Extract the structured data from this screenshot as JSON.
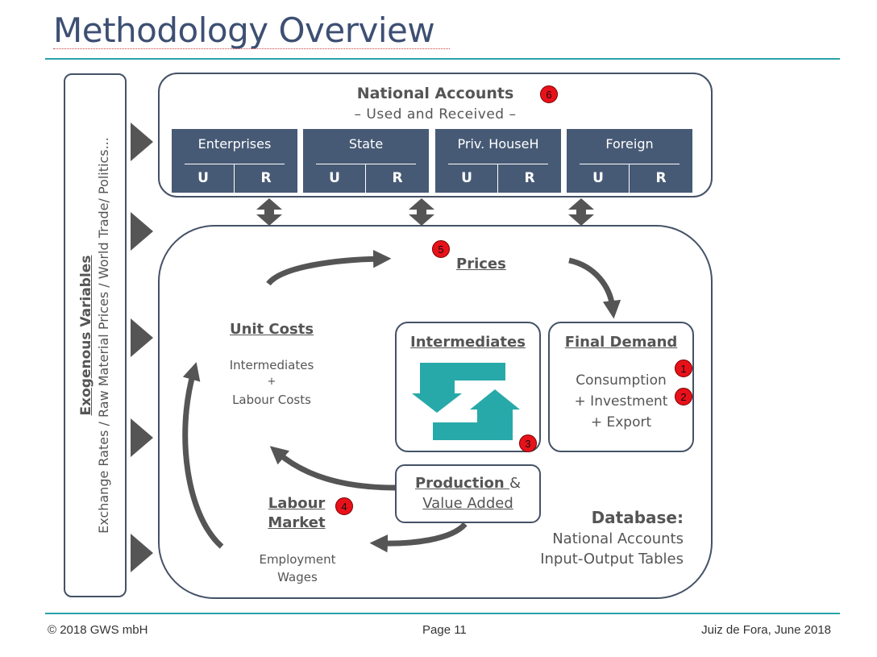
{
  "slide": {
    "title": "Methodology Overview",
    "footer_left": "© 2018 GWS mbH",
    "footer_center": "Page 11",
    "footer_right": "Juiz de Fora, June 2018"
  },
  "exogenous": {
    "heading": "Exogenous Variables",
    "detail": "Exchange Rates / Raw Material Prices / World Trade/ Politics..."
  },
  "national_accounts": {
    "title": "National Accounts",
    "subtitle": "– Used and Received –",
    "badge": "6",
    "sectors": [
      {
        "name": "Enterprises",
        "u": "U",
        "r": "R"
      },
      {
        "name": "State",
        "u": "U",
        "r": "R"
      },
      {
        "name": "Priv. HouseH",
        "u": "U",
        "r": "R"
      },
      {
        "name": "Foreign",
        "u": "U",
        "r": "R"
      }
    ]
  },
  "model": {
    "prices": {
      "label": "Prices",
      "badge": "5"
    },
    "unit_costs": {
      "label": "Unit Costs",
      "line1": "Intermediates",
      "line2": "+",
      "line3": "Labour Costs"
    },
    "intermediates": {
      "label": "Intermediates",
      "badge": "3"
    },
    "final_demand": {
      "label": "Final Demand",
      "line1": "Consumption",
      "line2": "+ Investment",
      "line3": "+ Export",
      "badge1": "1",
      "badge2": "2"
    },
    "production": {
      "label": "Production ",
      "amp": "&",
      "line2": "Value Added"
    },
    "labour_market": {
      "line1": "Labour",
      "line2": "Market",
      "badge": "4",
      "detail1": "Employment",
      "detail2": "Wages"
    },
    "database": {
      "label": "Database:",
      "line1": "National Accounts",
      "line2": "Input-Output Tables"
    }
  },
  "colors": {
    "box_fill": "#475a75",
    "accent": "#28a3a8",
    "badge": "#e8111a",
    "arrow": "#555555"
  }
}
